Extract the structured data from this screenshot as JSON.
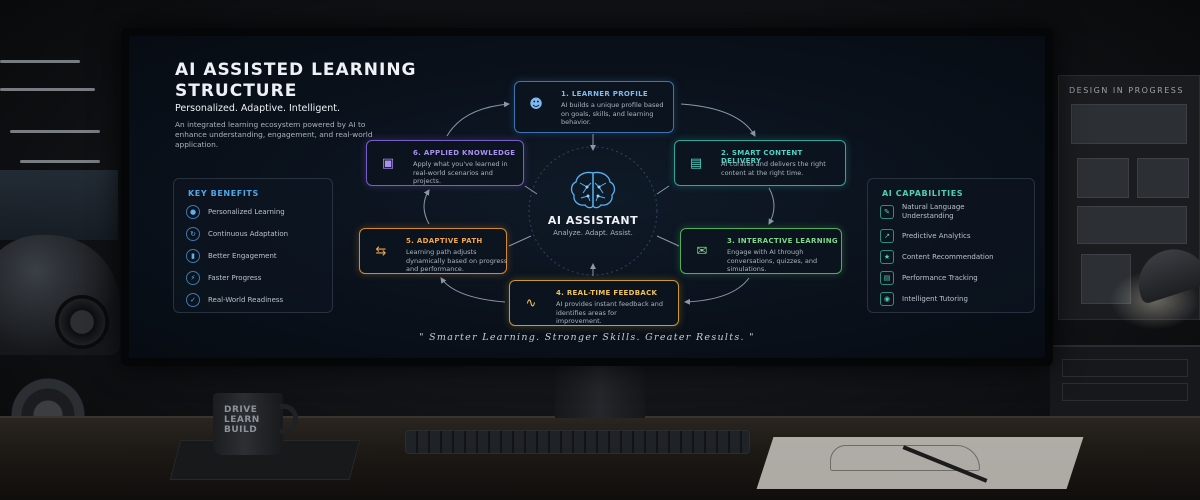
{
  "screen": {
    "title": "AI ASSISTED LEARNING STRUCTURE",
    "tagline": "Personalized. Adaptive. Intelligent.",
    "description": "An integrated learning ecosystem powered by AI to enhance understanding, engagement, and real-world application.",
    "quote": "\" Smarter Learning. Stronger Skills. Greater Results. \""
  },
  "hub": {
    "title": "AI ASSISTANT",
    "subtitle": "Analyze. Adapt. Assist."
  },
  "cards": [
    {
      "title": "1. LEARNER PROFILE",
      "body": "AI builds a unique profile based on goals, skills, and learning behavior.",
      "icon": "user-icon",
      "color": "#3b74b0"
    },
    {
      "title": "2. SMART CONTENT DELIVERY",
      "body": "AI curates and delivers the right content at the right time.",
      "icon": "book-icon",
      "color": "#2ea69a"
    },
    {
      "title": "3. INTERACTIVE LEARNING",
      "body": "Engage with AI through conversations, quizzes, and simulations.",
      "icon": "chat-icon",
      "color": "#4fae5b"
    },
    {
      "title": "4. REAL-TIME FEEDBACK",
      "body": "AI provides instant feedback and identifies areas for improvement.",
      "icon": "pulse-icon",
      "color": "#c99a2e"
    },
    {
      "title": "5. ADAPTIVE PATH",
      "body": "Learning path adjusts dynamically based on progress and performance.",
      "icon": "path-icon",
      "color": "#d28a2f"
    },
    {
      "title": "6. APPLIED KNOWLEDGE",
      "body": "Apply what you've learned in real-world scenarios and projects.",
      "icon": "briefcase-icon",
      "color": "#7a5ec7"
    }
  ],
  "benefits": {
    "title": "KEY BENEFITS",
    "items": [
      {
        "label": "Personalized Learning",
        "icon": "person-icon"
      },
      {
        "label": "Continuous Adaptation",
        "icon": "refresh-icon"
      },
      {
        "label": "Better Engagement",
        "icon": "bar-chart-icon"
      },
      {
        "label": "Faster Progress",
        "icon": "bolt-icon"
      },
      {
        "label": "Real-World Readiness",
        "icon": "check-icon"
      }
    ]
  },
  "capabilities": {
    "title": "AI CAPABILITIES",
    "items": [
      {
        "label": "Natural Language Understanding",
        "icon": "speech-icon"
      },
      {
        "label": "Predictive Analytics",
        "icon": "trend-icon"
      },
      {
        "label": "Content Recommendation",
        "icon": "recommend-icon"
      },
      {
        "label": "Performance Tracking",
        "icon": "tracking-icon"
      },
      {
        "label": "Intelligent Tutoring",
        "icon": "tutor-icon"
      }
    ]
  },
  "environment": {
    "board_title": "DESIGN IN PROGRESS",
    "mug_text": "DRIVE LEARN BUILD"
  }
}
